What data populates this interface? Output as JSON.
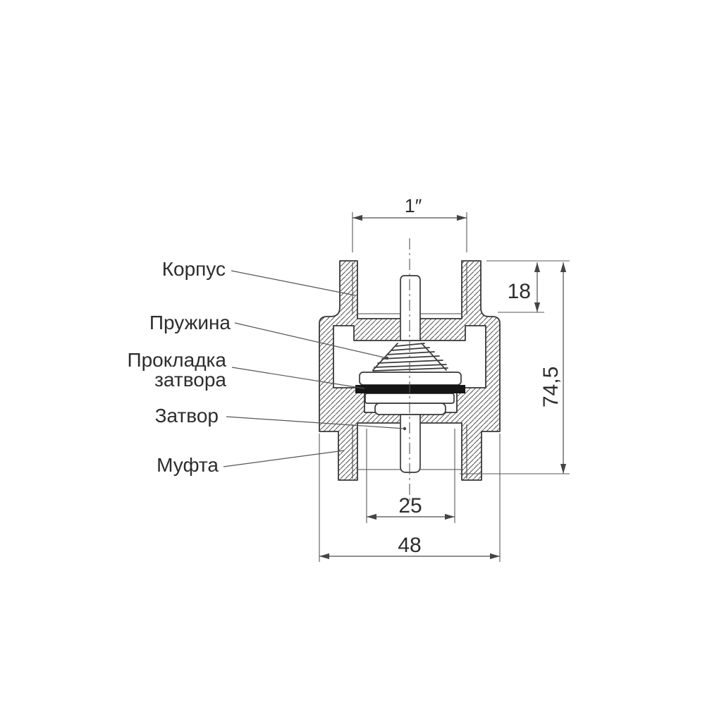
{
  "figure": {
    "type": "technical-cross-section-diagram",
    "subject": "spring check valve sectional drawing",
    "background": "#ffffff",
    "line_color": "#3a3a3a",
    "hatch_color": "#555555",
    "dimension_color": "#4d4d4d",
    "gasket_color": "#151515"
  },
  "labels": {
    "korpus": "Корпус",
    "pruzhina": "Пружина",
    "prokladka_line1": "Прокладка",
    "prokladka_line2": "затвора",
    "zatvor": "Затвор",
    "mufta": "Муфта"
  },
  "dimensions": {
    "top_port": "1″",
    "top_height": "18",
    "total_height": "74,5",
    "seat_bore": "25",
    "body_width": "48"
  }
}
